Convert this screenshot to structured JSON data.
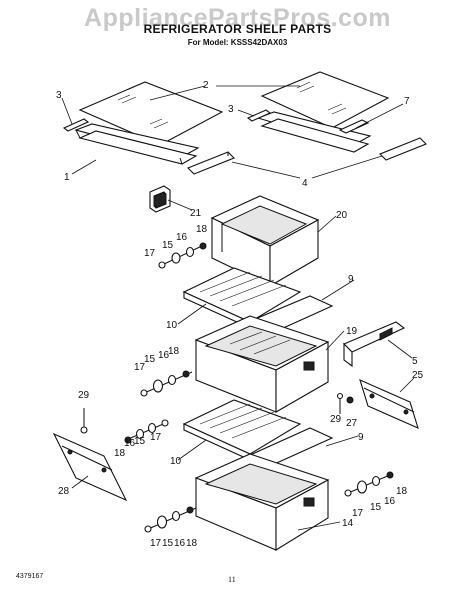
{
  "header": {
    "watermark": "AppliancePartsPros.com",
    "title": "REFRIGERATOR SHELF PARTS",
    "subtitle": "For Model: KSSS42DAX03"
  },
  "footer": {
    "doc_number": "4379167",
    "page_number": "11"
  },
  "callouts": {
    "c1": "1",
    "c2": "2",
    "c3a": "3",
    "c3b": "3",
    "c4": "4",
    "c5": "5",
    "c7": "7",
    "c9a": "9",
    "c9b": "9",
    "c10a": "10",
    "c10b": "10",
    "c14": "14",
    "c15a": "15",
    "c15b": "15",
    "c15c": "15",
    "c15d": "15",
    "c15e": "15",
    "c16a": "16",
    "c16b": "16",
    "c16c": "16",
    "c16d": "16",
    "c16e": "16",
    "c17a": "17",
    "c17b": "17",
    "c17c": "17",
    "c17d": "17",
    "c17e": "17",
    "c18a": "18",
    "c18b": "18",
    "c18c": "18",
    "c18d": "18",
    "c18e": "18",
    "c19": "19",
    "c20": "20",
    "c21": "21",
    "c25": "25",
    "c27": "27",
    "c28": "28",
    "c29a": "29",
    "c29b": "29"
  }
}
